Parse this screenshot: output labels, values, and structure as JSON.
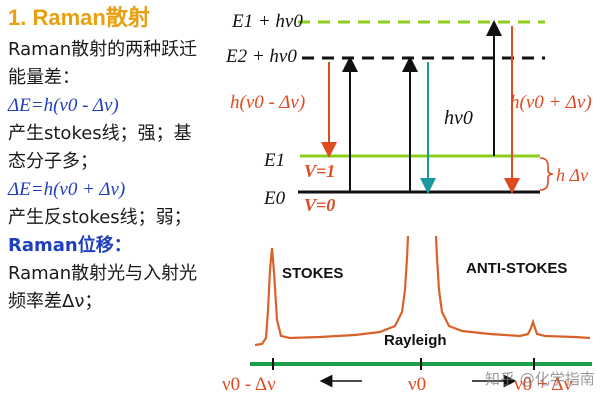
{
  "left": {
    "heading": "1. Raman散射",
    "lines": [
      {
        "text": "Raman散射的两种跃迁",
        "style": "normal"
      },
      {
        "text": "能量差：",
        "style": "normal"
      },
      {
        "text": "ΔE=h(ν0 - Δν)",
        "style": "formula"
      },
      {
        "text": "产生stokes线；强；基",
        "style": "normal"
      },
      {
        "text": "态分子多；",
        "style": "normal"
      },
      {
        "text": "ΔE=h(ν0 + Δν)",
        "style": "formula"
      },
      {
        "text": "产生反stokes线；弱；",
        "style": "normal"
      },
      {
        "text": "Raman位移：",
        "style": "blue-bold"
      },
      {
        "text": "Raman散射光与入射光",
        "style": "normal"
      },
      {
        "text": "频率差Δν；",
        "style": "normal"
      }
    ]
  },
  "diagram": {
    "levels": {
      "e1_hv0": "E1 + hν0",
      "e2_hv0": "E2 + hν0",
      "e1": "E1",
      "e0": "E0",
      "v1": "V=1",
      "v0": "V=0"
    },
    "transitions": {
      "stokes_label": "h(ν0 - Δν)",
      "incident_label": "hν0",
      "anti_stokes_label": "h(ν0 + Δν)",
      "gap_label": "h Δν"
    },
    "spectrum": {
      "stokes_label": "STOKES",
      "anti_stokes_label": "ANTI-STOKES",
      "rayleigh_label": "Rayleigh"
    },
    "axis": {
      "left_label": "ν0 - Δν",
      "center_label": "ν0",
      "right_label": "ν0 + Δν"
    }
  },
  "colors": {
    "heading": "#e8a010",
    "formula": "#1f3fbf",
    "level_green": "#8ccc1a",
    "arrow_red": "#e04a20",
    "arrow_teal": "#1a9aa0",
    "spectrum": "#d9622a",
    "axis_green": "#1aa04a"
  },
  "watermark": "知乎 @化学指南"
}
